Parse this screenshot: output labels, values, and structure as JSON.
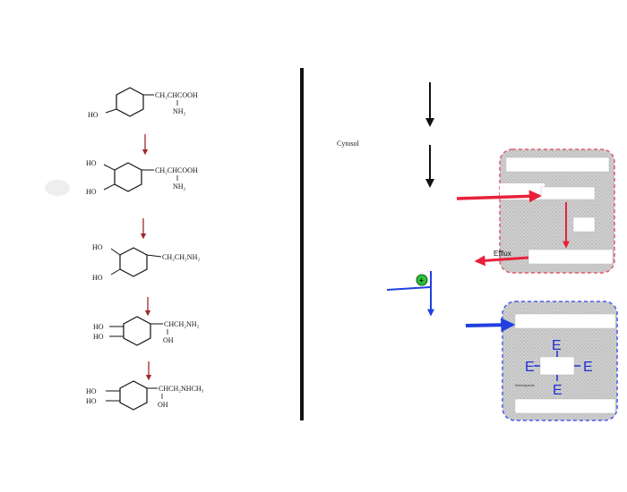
{
  "molecules": [
    {
      "side_chain": "CH₂CHCOOH",
      "amino": "NH₂",
      "ring_ho": [
        "HO"
      ]
    },
    {
      "side_chain": "CH₂CHCOOH",
      "amino": "NH₂",
      "ring_ho": [
        "HO",
        "HO"
      ]
    },
    {
      "side_chain": "CH₂CH₂NH₂",
      "ring_ho": [
        "HO",
        "HO"
      ]
    },
    {
      "side_chain": "CHCH₂NH₂",
      "hydroxyl": "OH",
      "ring_ho": [
        "HO",
        "HO"
      ]
    },
    {
      "side_chain": "CHCH₂NHCH₃",
      "hydroxyl": "OH",
      "ring_ho": [
        "HO",
        "HO"
      ]
    }
  ],
  "labels": {
    "cytosol": "Cytosol",
    "efflux": "Efflux",
    "plus_sign": "+",
    "enzyme_letter": "E",
    "tiny_caption": "Intercapsule"
  },
  "colors": {
    "pathway_arrow": "#a0282a",
    "red": "#e8203a",
    "blue": "#2040e0",
    "green": "#2fbf3a",
    "box_fill": "#c8c8c8"
  }
}
